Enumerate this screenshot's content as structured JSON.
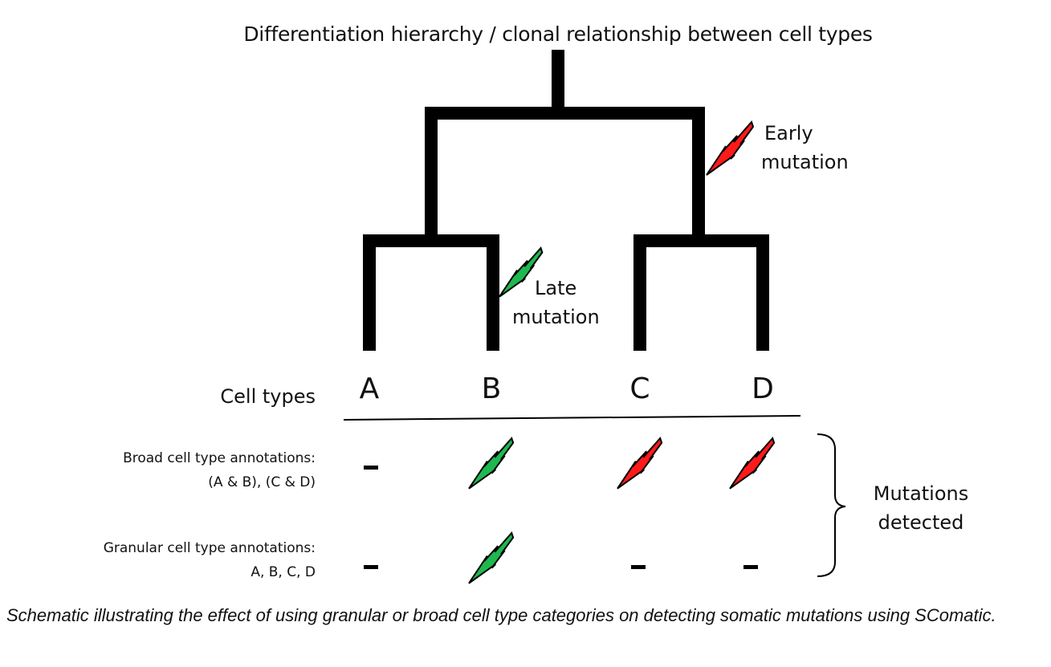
{
  "title": "Differentiation hierarchy / clonal relationship between cell types",
  "mutations": {
    "early": {
      "line1": "Early",
      "line2": "mutation",
      "color": "#ff1a1a"
    },
    "late": {
      "line1": "Late",
      "line2": "mutation",
      "color": "#1fb84f"
    }
  },
  "cell_types_label": "Cell types",
  "cell_types": [
    "A",
    "B",
    "C",
    "D"
  ],
  "rows": {
    "broad": {
      "line1": "Broad cell type annotations:",
      "line2": "(A & B), (C & D)",
      "marks": [
        "none",
        "late",
        "early",
        "early"
      ]
    },
    "granular": {
      "line1": "Granular cell type annotations:",
      "line2": "A, B, C, D",
      "marks": [
        "none",
        "late",
        "none",
        "none"
      ]
    }
  },
  "detected": {
    "line1": "Mutations",
    "line2": "detected"
  },
  "caption": "Schematic illustrating the effect of using granular or broad cell type categories on detecting somatic mutations using SComatic.",
  "colors": {
    "tree": "#000000",
    "outline": "#000000"
  }
}
